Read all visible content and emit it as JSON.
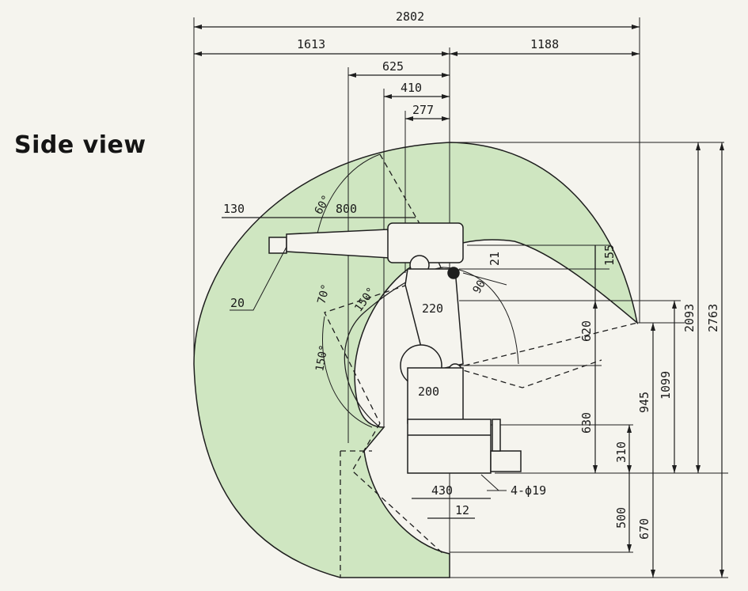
{
  "title": "Side view",
  "colors": {
    "envelope": "#cfe6c1",
    "background": "#f5f4ee",
    "line": "#1e1e1e"
  },
  "dimensions": {
    "overall_width": "2802",
    "rear_width": "1613",
    "front_width": "1188",
    "d625": "625",
    "d410": "410",
    "d277": "277",
    "d130": "130",
    "d800": "800",
    "d20": "20",
    "d21": "21",
    "d155": "155",
    "d220": "220",
    "d200": "200",
    "d620": "620",
    "d630": "630",
    "d310": "310",
    "d945": "945",
    "d1099": "1099",
    "d2093": "2093",
    "d2763": "2763",
    "d500": "500",
    "d670": "670",
    "d430": "430",
    "d12": "12",
    "bolt_spec": "4-ϕ19"
  },
  "angles": {
    "a60": "60°",
    "a70": "70°",
    "a150_inner": "150°",
    "a150_outer": "150°",
    "a90": "90"
  }
}
